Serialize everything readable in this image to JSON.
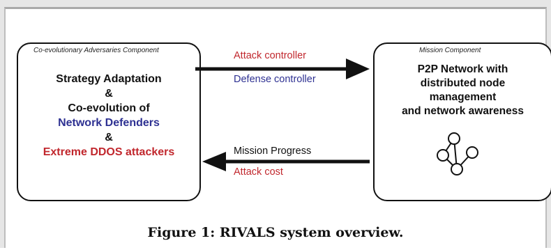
{
  "left_component": {
    "title": "Co-evolutionary Adversaries Component",
    "lines": [
      {
        "text": "Strategy Adaptation",
        "color": "#111111"
      },
      {
        "text": "&",
        "color": "#111111"
      },
      {
        "text": "Co-evolution of",
        "color": "#111111"
      },
      {
        "text": "Network Defenders",
        "color": "#2e3192"
      },
      {
        "text": "&",
        "color": "#111111"
      },
      {
        "text": "Extreme DDOS attackers",
        "color": "#c1272d"
      }
    ]
  },
  "right_component": {
    "title": "Mission Component",
    "lines": [
      "P2P Network with",
      "distributed node",
      "management",
      "and network awareness"
    ],
    "icon": "network-graph-icon"
  },
  "forward_arrow": {
    "label_top": "Attack controller",
    "label_top_color": "#c1272d",
    "label_bottom": "Defense controller",
    "label_bottom_color": "#2e3192"
  },
  "backward_arrow": {
    "label_top": "Mission Progress",
    "label_top_color": "#111111",
    "label_bottom": "Attack cost",
    "label_bottom_color": "#c1272d"
  },
  "caption": "Figure 1: RIVALS system overview."
}
